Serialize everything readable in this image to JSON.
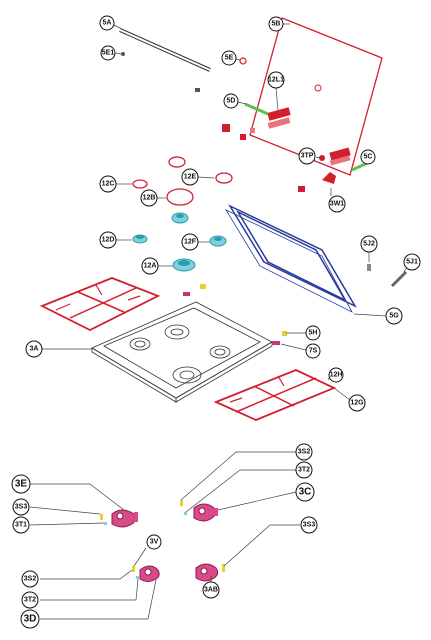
{
  "diagram": {
    "labels": {
      "5A": "5A",
      "5E1": "5E1",
      "5B": "5B",
      "5E": "5E",
      "12L1": "12L1",
      "5D": "5D",
      "3TP": "3TP",
      "5C": "5C",
      "3W1": "3W1",
      "12E": "12E",
      "12C": "12C",
      "12B": "12B",
      "12D": "12D",
      "12F": "12F",
      "12A": "12A",
      "5J2": "5J2",
      "5J1": "5J1",
      "5G": "5G",
      "5H": "5H",
      "7S": "7S",
      "3A": "3A",
      "12H": "12H",
      "12G": "12G",
      "3E": "3E",
      "3S3a": "3S3",
      "3T1": "3T1",
      "3S2a": "3S2",
      "3T2a": "3T2",
      "3C": "3C",
      "3V": "3V",
      "3S2b": "3S2",
      "3T2b": "3T2",
      "3D": "3D",
      "3S3b": "3S3",
      "3AB": "3AB"
    },
    "colors": {
      "red": "#d21f2e",
      "blue": "#2a3a9c",
      "cyan": "#2a9cae",
      "green": "#5cc04a",
      "magenta": "#c8327a",
      "yellow": "#e8d030"
    }
  }
}
